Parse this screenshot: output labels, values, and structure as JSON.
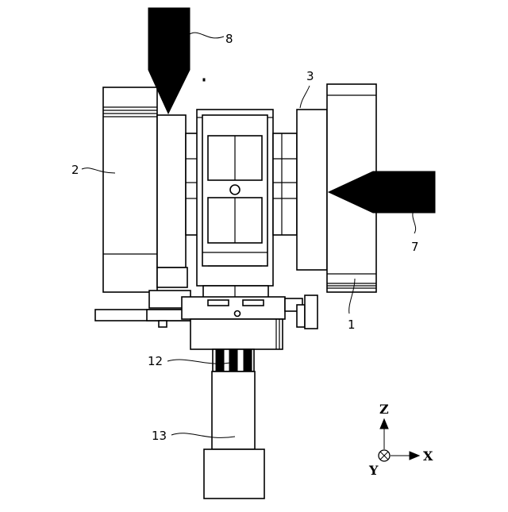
{
  "figure": {
    "labels": {
      "part_1": "1",
      "part_2": "2",
      "part_3": "3",
      "part_7": "7",
      "part_8": "8",
      "part_12": "12",
      "part_13": "13"
    },
    "axes": {
      "z": "Z",
      "x": "X",
      "y": "Y"
    }
  }
}
